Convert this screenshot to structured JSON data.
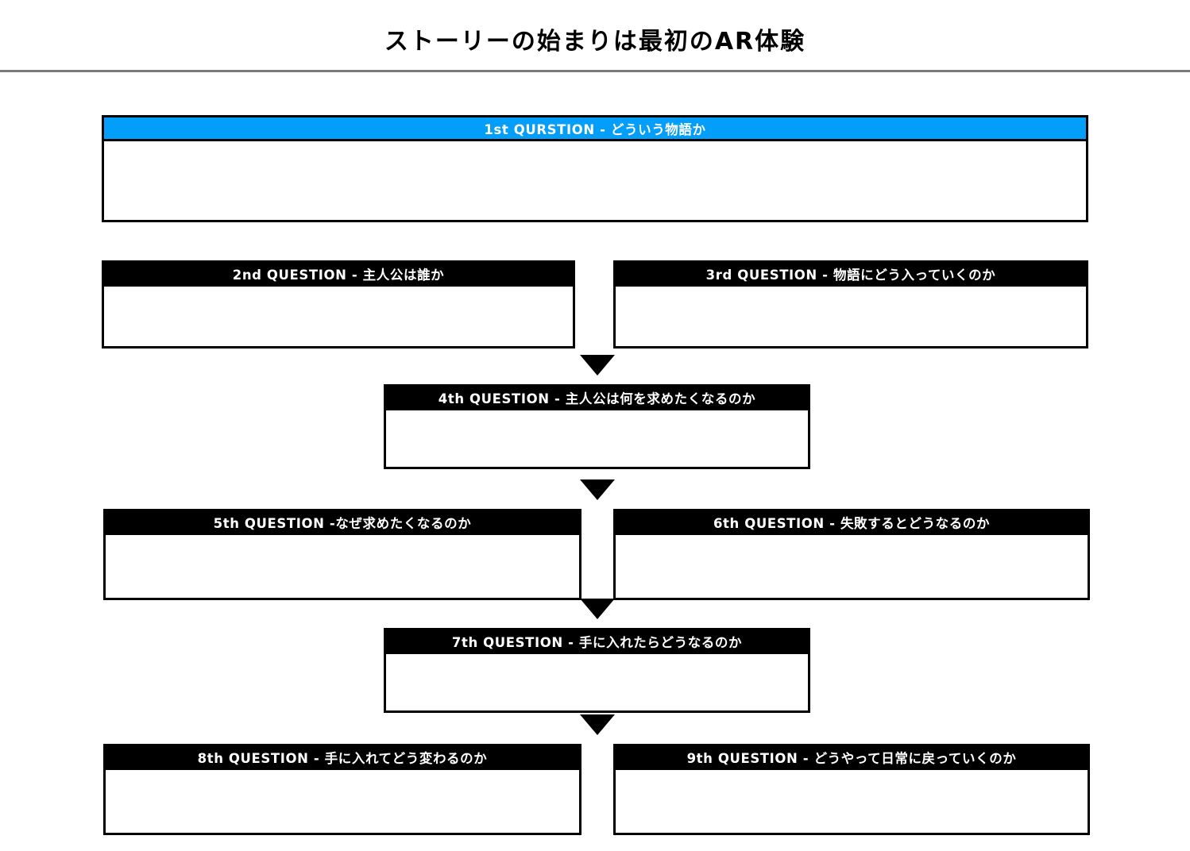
{
  "page": {
    "title": "ストーリーの始まりは最初のAR体験",
    "background_color": "#ffffff",
    "rule_color": "#7b7b7d"
  },
  "theme": {
    "accent_color": "#029efa",
    "header_color": "#000000",
    "header_text_color": "#ffffff",
    "border_color": "#000000",
    "body_fill": "#ffffff"
  },
  "flow": {
    "cards": [
      {
        "id": "q1",
        "label": "1st QURSTION - どういう物語か",
        "value": "",
        "placeholder": "",
        "accent": true
      },
      {
        "id": "q2",
        "label": "2nd QUESTION - 主人公は誰か",
        "value": "",
        "placeholder": "",
        "accent": false
      },
      {
        "id": "q3",
        "label": "3rd QUESTION - 物語にどう入っていくのか",
        "value": "",
        "placeholder": "",
        "accent": false
      },
      {
        "id": "q4",
        "label": "4th QUESTION - 主人公は何を求めたくなるのか",
        "value": "",
        "placeholder": "",
        "accent": false
      },
      {
        "id": "q5",
        "label": "5th QUESTION -なぜ求めたくなるのか",
        "value": "",
        "placeholder": "",
        "accent": false
      },
      {
        "id": "q6",
        "label": "6th QUESTION - 失敗するとどうなるのか",
        "value": "",
        "placeholder": "",
        "accent": false
      },
      {
        "id": "q7",
        "label": "7th QUESTION - 手に入れたらどうなるのか",
        "value": "",
        "placeholder": "",
        "accent": false
      },
      {
        "id": "q8",
        "label": "8th QUESTION - 手に入れてどう変わるのか",
        "value": "",
        "placeholder": "",
        "accent": false
      },
      {
        "id": "q9",
        "label": "9th QUESTION - どうやって日常に戻っていくのか",
        "value": "",
        "placeholder": "",
        "accent": false
      }
    ],
    "connectors": [
      {
        "id": "conn-1",
        "icon": "triangle-down-icon",
        "from": "q2/q3",
        "to": "q4"
      },
      {
        "id": "conn-2",
        "icon": "triangle-down-icon",
        "from": "q4",
        "to": "q5/q6"
      },
      {
        "id": "conn-3",
        "icon": "triangle-down-icon",
        "from": "q5/q6",
        "to": "q7"
      },
      {
        "id": "conn-4",
        "icon": "triangle-down-icon",
        "from": "q7",
        "to": "q8/q9"
      }
    ]
  }
}
